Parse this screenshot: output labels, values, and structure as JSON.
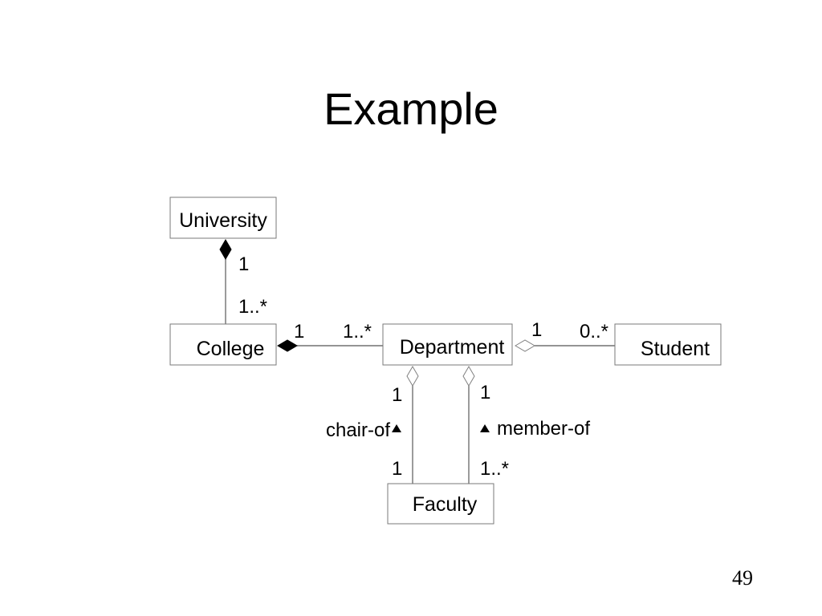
{
  "slide": {
    "title": "Example",
    "page_number": "49"
  },
  "diagram": {
    "classes": {
      "university": "University",
      "college": "College",
      "department": "Department",
      "student": "Student",
      "faculty": "Faculty"
    },
    "associations": {
      "university_college": {
        "kind": "composition",
        "university_end": "1",
        "college_end": "1..*"
      },
      "college_department": {
        "kind": "composition",
        "college_end": "1",
        "department_end": "1..*"
      },
      "department_student": {
        "kind": "aggregation",
        "department_end": "1",
        "student_end": "0..*"
      },
      "chair_of": {
        "kind": "aggregation",
        "role": "chair-of",
        "department_end": "1",
        "faculty_end": "1"
      },
      "member_of": {
        "kind": "aggregation",
        "role": "member-of",
        "department_end": "1",
        "faculty_end": "1..*"
      }
    },
    "colors": {
      "box_border": "#7a7a7a",
      "line": "#707070",
      "text": "#000000"
    }
  }
}
